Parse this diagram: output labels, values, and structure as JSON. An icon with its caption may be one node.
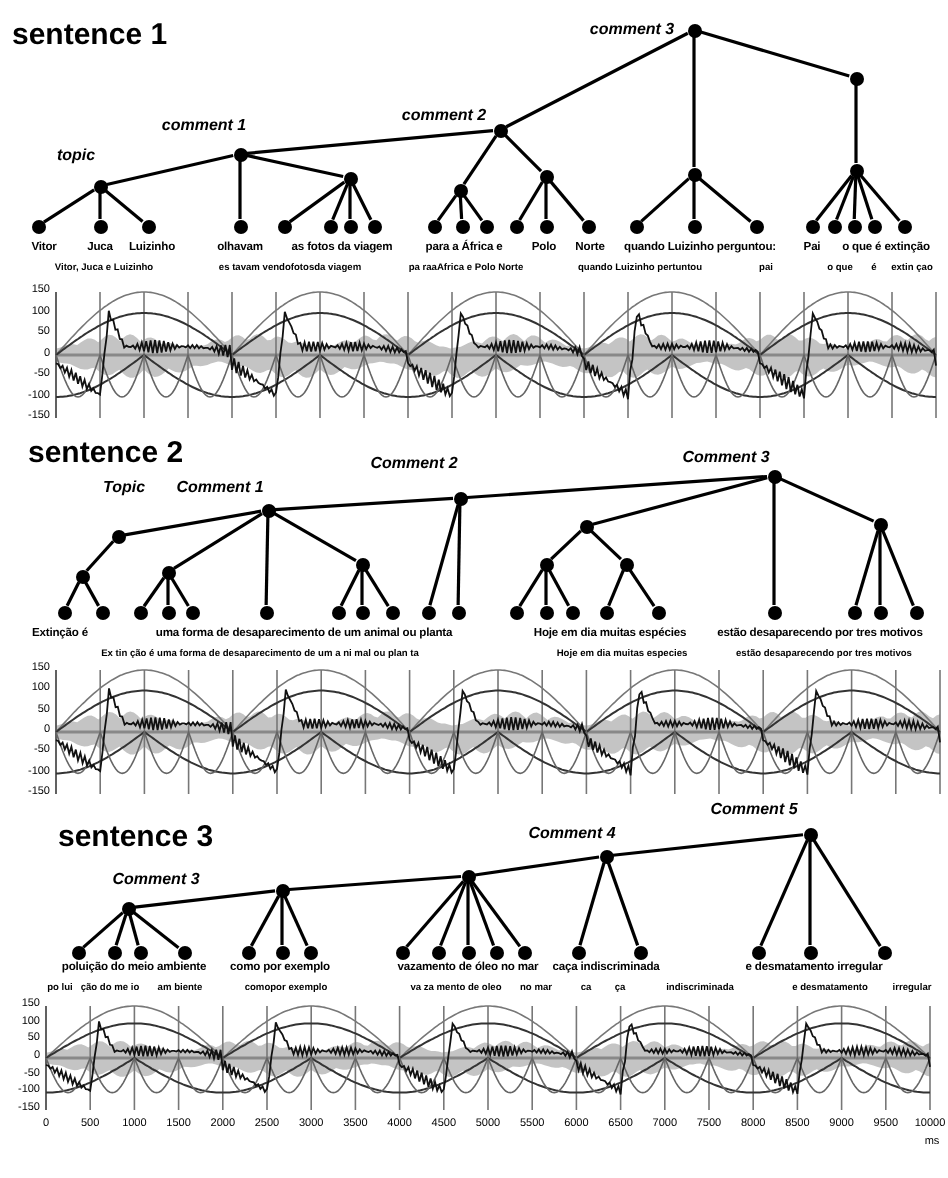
{
  "diagram": {
    "nodes": [
      {
        "text": [],
        "shape": "circle",
        "beside": [
          "comment 3"
        ]
      },
      {
        "text": [],
        "shape": "circle"
      },
      {
        "text": [],
        "shape": "circle",
        "beside": [
          "comment 2"
        ]
      },
      {
        "text": [],
        "shape": "circle",
        "beside": [
          "comment 1"
        ]
      },
      {
        "text": [],
        "shape": "circle",
        "beside": [
          "topic"
        ]
      },
      {
        "text": [],
        "shape": "circle"
      },
      {
        "text": [],
        "shape": "circle"
      },
      {
        "text": [],
        "shape": "circle"
      },
      {
        "text": [],
        "shape": "circle"
      },
      {
        "text": [],
        "shape": "circle"
      },
      {
        "text": [],
        "shape": "circle"
      },
      {
        "text": [],
        "shape": "circle"
      },
      {
        "text": [],
        "shape": "circle"
      },
      {
        "text": [],
        "shape": "circle"
      },
      {
        "text": [],
        "shape": "circle"
      },
      {
        "text": [],
        "shape": "circle"
      },
      {
        "text": [],
        "shape": "circle"
      },
      {
        "text": [],
        "shape": "circle"
      },
      {
        "text": [],
        "shape": "circle"
      },
      {
        "text": [],
        "shape": "circle"
      },
      {
        "text": [],
        "shape": "circle"
      },
      {
        "text": [],
        "shape": "circle"
      },
      {
        "text": [],
        "shape": "circle"
      },
      {
        "text": [],
        "shape": "circle"
      },
      {
        "text": [],
        "shape": "circle"
      },
      {
        "text": [],
        "shape": "circle"
      },
      {
        "text": [],
        "shape": "circle"
      },
      {
        "text": [],
        "shape": "circle"
      },
      {
        "text": [],
        "shape": "circle"
      },
      {
        "text": [],
        "shape": "circle"
      },
      {
        "text": [],
        "shape": "circle"
      },
      {
        "text": [],
        "shape": "circle"
      },
      {
        "text": [],
        "shape": "circle",
        "beside": [
          "Comment 3"
        ]
      },
      {
        "text": [],
        "shape": "circle",
        "beside": [
          "Comment 2"
        ]
      },
      {
        "text": [],
        "shape": "circle",
        "beside": [
          "Comment 1"
        ]
      },
      {
        "text": [],
        "shape": "circle",
        "beside": [
          "Topic"
        ]
      },
      {
        "text": [],
        "shape": "circle"
      },
      {
        "text": [],
        "shape": "circle"
      },
      {
        "text": [],
        "shape": "circle"
      },
      {
        "text": [],
        "shape": "circle"
      },
      {
        "text": [],
        "shape": "circle"
      },
      {
        "text": [],
        "shape": "circle"
      },
      {
        "text": [],
        "shape": "circle"
      },
      {
        "text": [],
        "shape": "circle"
      },
      {
        "text": [],
        "shape": "circle"
      },
      {
        "text": [],
        "shape": "circle"
      },
      {
        "text": [],
        "shape": "circle"
      },
      {
        "text": [],
        "shape": "circle"
      },
      {
        "text": [],
        "shape": "circle"
      },
      {
        "text": [],
        "shape": "circle"
      },
      {
        "text": [],
        "shape": "circle"
      },
      {
        "text": [],
        "shape": "circle"
      },
      {
        "text": [],
        "shape": "circle"
      },
      {
        "text": [],
        "shape": "circle"
      },
      {
        "text": [],
        "shape": "circle"
      },
      {
        "text": [],
        "shape": "circle"
      },
      {
        "text": [],
        "shape": "circle"
      },
      {
        "text": [],
        "shape": "circle"
      },
      {
        "text": [],
        "shape": "circle"
      },
      {
        "text": [],
        "shape": "circle"
      },
      {
        "text": [],
        "shape": "circle"
      },
      {
        "text": [],
        "shape": "circle"
      },
      {
        "text": [],
        "shape": "circle"
      },
      {
        "text": [],
        "shape": "circle",
        "beside": [
          "Comment 5"
        ]
      },
      {
        "text": [],
        "shape": "circle",
        "beside": [
          "Comment 4"
        ]
      },
      {
        "text": [],
        "shape": "circle"
      },
      {
        "text": [],
        "shape": "circle"
      },
      {
        "text": [],
        "shape": "circle",
        "beside": [
          "Comment 3"
        ]
      },
      {
        "text": [],
        "shape": "circle"
      },
      {
        "text": [],
        "shape": "circle"
      },
      {
        "text": [],
        "shape": "circle"
      },
      {
        "text": [],
        "shape": "circle"
      },
      {
        "text": [],
        "shape": "circle"
      },
      {
        "text": [],
        "shape": "circle"
      },
      {
        "text": [],
        "shape": "circle"
      },
      {
        "text": [],
        "shape": "circle"
      },
      {
        "text": [],
        "shape": "circle"
      },
      {
        "text": [],
        "shape": "circle"
      },
      {
        "text": [],
        "shape": "circle"
      },
      {
        "text": [],
        "shape": "circle"
      },
      {
        "text": [],
        "shape": "circle"
      },
      {
        "text": [],
        "shape": "circle"
      },
      {
        "text": [],
        "shape": "circle"
      },
      {
        "text": [],
        "shape": "circle"
      },
      {
        "text": [],
        "shape": "circle"
      }
    ],
    "edges": [
      {
        "from": 0,
        "to": 2,
        "arrow": "none"
      },
      {
        "from": 0,
        "to": 8,
        "arrow": "none"
      },
      {
        "from": 0,
        "to": 1,
        "arrow": "none"
      },
      {
        "from": 1,
        "to": 9,
        "arrow": "none"
      },
      {
        "from": 2,
        "to": 3,
        "arrow": "none"
      },
      {
        "from": 2,
        "to": 6,
        "arrow": "none"
      },
      {
        "from": 2,
        "to": 7,
        "arrow": "none"
      },
      {
        "from": 3,
        "to": 4,
        "arrow": "none"
      },
      {
        "from": 3,
        "to": 13,
        "arrow": "none"
      },
      {
        "from": 3,
        "to": 5,
        "arrow": "none"
      },
      {
        "from": 4,
        "to": 10,
        "arrow": "none"
      },
      {
        "from": 4,
        "to": 11,
        "arrow": "none"
      },
      {
        "from": 4,
        "to": 12,
        "arrow": "none"
      },
      {
        "from": 5,
        "to": 14,
        "arrow": "none"
      },
      {
        "from": 5,
        "to": 15,
        "arrow": "none"
      },
      {
        "from": 5,
        "to": 16,
        "arrow": "none"
      },
      {
        "from": 5,
        "to": 17,
        "arrow": "none"
      },
      {
        "from": 6,
        "to": 18,
        "arrow": "none"
      },
      {
        "from": 6,
        "to": 19,
        "arrow": "none"
      },
      {
        "from": 6,
        "to": 20,
        "arrow": "none"
      },
      {
        "from": 7,
        "to": 21,
        "arrow": "none"
      },
      {
        "from": 7,
        "to": 22,
        "arrow": "none"
      },
      {
        "from": 7,
        "to": 23,
        "arrow": "none"
      },
      {
        "from": 8,
        "to": 24,
        "arrow": "none"
      },
      {
        "from": 8,
        "to": 25,
        "arrow": "none"
      },
      {
        "from": 8,
        "to": 26,
        "arrow": "none"
      },
      {
        "from": 9,
        "to": 27,
        "arrow": "none"
      },
      {
        "from": 9,
        "to": 28,
        "arrow": "none"
      },
      {
        "from": 9,
        "to": 29,
        "arrow": "none"
      },
      {
        "from": 9,
        "to": 30,
        "arrow": "none"
      },
      {
        "from": 9,
        "to": 31,
        "arrow": "none"
      },
      {
        "from": 32,
        "to": 33,
        "arrow": "none"
      },
      {
        "from": 33,
        "to": 34,
        "arrow": "none"
      },
      {
        "from": 34,
        "to": 35,
        "arrow": "none"
      },
      {
        "from": 35,
        "to": 36,
        "arrow": "none"
      },
      {
        "from": 36,
        "to": 43,
        "arrow": "none"
      },
      {
        "from": 36,
        "to": 44,
        "arrow": "none"
      },
      {
        "from": 34,
        "to": 37,
        "arrow": "none"
      },
      {
        "from": 37,
        "to": 45,
        "arrow": "none"
      },
      {
        "from": 37,
        "to": 46,
        "arrow": "none"
      },
      {
        "from": 37,
        "to": 47,
        "arrow": "none"
      },
      {
        "from": 34,
        "to": 48,
        "arrow": "none"
      },
      {
        "from": 34,
        "to": 38,
        "arrow": "none"
      },
      {
        "from": 38,
        "to": 49,
        "arrow": "none"
      },
      {
        "from": 38,
        "to": 50,
        "arrow": "none"
      },
      {
        "from": 38,
        "to": 51,
        "arrow": "none"
      },
      {
        "from": 33,
        "to": 52,
        "arrow": "none"
      },
      {
        "from": 33,
        "to": 53,
        "arrow": "none"
      },
      {
        "from": 32,
        "to": 39,
        "arrow": "none"
      },
      {
        "from": 39,
        "to": 40,
        "arrow": "none"
      },
      {
        "from": 39,
        "to": 41,
        "arrow": "none"
      },
      {
        "from": 40,
        "to": 54,
        "arrow": "none"
      },
      {
        "from": 40,
        "to": 55,
        "arrow": "none"
      },
      {
        "from": 40,
        "to": 56,
        "arrow": "none"
      },
      {
        "from": 41,
        "to": 57,
        "arrow": "none"
      },
      {
        "from": 41,
        "to": 58,
        "arrow": "none"
      },
      {
        "from": 32,
        "to": 59,
        "arrow": "none"
      },
      {
        "from": 32,
        "to": 42,
        "arrow": "none"
      },
      {
        "from": 42,
        "to": 60,
        "arrow": "none"
      },
      {
        "from": 42,
        "to": 61,
        "arrow": "none"
      },
      {
        "from": 42,
        "to": 62,
        "arrow": "none"
      },
      {
        "from": 63,
        "to": 64,
        "arrow": "none"
      },
      {
        "from": 64,
        "to": 65,
        "arrow": "none"
      },
      {
        "from": 65,
        "to": 66,
        "arrow": "none"
      },
      {
        "from": 66,
        "to": 67,
        "arrow": "none"
      },
      {
        "from": 67,
        "to": 68,
        "arrow": "none"
      },
      {
        "from": 67,
        "to": 69,
        "arrow": "none"
      },
      {
        "from": 67,
        "to": 70,
        "arrow": "none"
      },
      {
        "from": 67,
        "to": 71,
        "arrow": "none"
      },
      {
        "from": 66,
        "to": 72,
        "arrow": "none"
      },
      {
        "from": 66,
        "to": 73,
        "arrow": "none"
      },
      {
        "from": 66,
        "to": 74,
        "arrow": "none"
      },
      {
        "from": 65,
        "to": 75,
        "arrow": "none"
      },
      {
        "from": 65,
        "to": 76,
        "arrow": "none"
      },
      {
        "from": 65,
        "to": 77,
        "arrow": "none"
      },
      {
        "from": 65,
        "to": 78,
        "arrow": "none"
      },
      {
        "from": 65,
        "to": 79,
        "arrow": "none"
      },
      {
        "from": 64,
        "to": 80,
        "arrow": "none"
      },
      {
        "from": 64,
        "to": 81,
        "arrow": "none"
      },
      {
        "from": 63,
        "to": 82,
        "arrow": "none"
      },
      {
        "from": 63,
        "to": 83,
        "arrow": "none"
      },
      {
        "from": 63,
        "to": 84,
        "arrow": "none"
      }
    ],
    "labels": [
      "sentence 1",
      "Vitor",
      "Juca",
      "Luizinho",
      "olhavam",
      "as fotos da viagem",
      "para a África e",
      "Polo",
      "Norte",
      "quando Luizinho perguntou:",
      "Pai",
      "o que é extinção",
      "Vitor, Juca e Luizinho",
      "es tavam vendofotosda viagem",
      "pa raaAfrica e Polo Norte",
      "quando Luizinho pertuntou",
      "pai",
      "o que",
      "é",
      "extin çao",
      "150",
      "100",
      "50",
      "0",
      "-50",
      "-100",
      "-150",
      "sentence 2",
      "Extinção é",
      "uma forma de desaparecimento de um animal ou planta",
      "Hoje em dia muitas espécies",
      "estão desaparecendo por tres motivos",
      "Ex tin ção é uma forma de desaparecimento de um a ni mal ou plan ta",
      "Hoje em dia muitas especies",
      "estão desaparecendo por tres motivos",
      "150",
      "100",
      "50",
      "0",
      "-50",
      "-100",
      "-150",
      "sentence 3",
      "poluição do meio ambiente",
      "como por exemplo",
      "vazamento de óleo no mar",
      "caça indiscriminada",
      "e desmatamento irregular",
      "po lui",
      "ção do me io",
      "am biente",
      "comopor exemplo",
      "va za mento de oleo",
      "no mar",
      "ca",
      "ça",
      "indiscriminada",
      "e desmatamento",
      "irregular",
      "150",
      "100",
      "50",
      "0",
      "-50",
      "-100",
      "-150",
      "0",
      "500",
      "1000",
      "1500",
      "2000",
      "2500",
      "3000",
      "3500",
      "4000",
      "4500",
      "5000",
      "5500",
      "6000",
      "6500",
      "7000",
      "7500",
      "8000",
      "8500",
      "9000",
      "9500",
      "10000",
      "ms"
    ]
  }
}
